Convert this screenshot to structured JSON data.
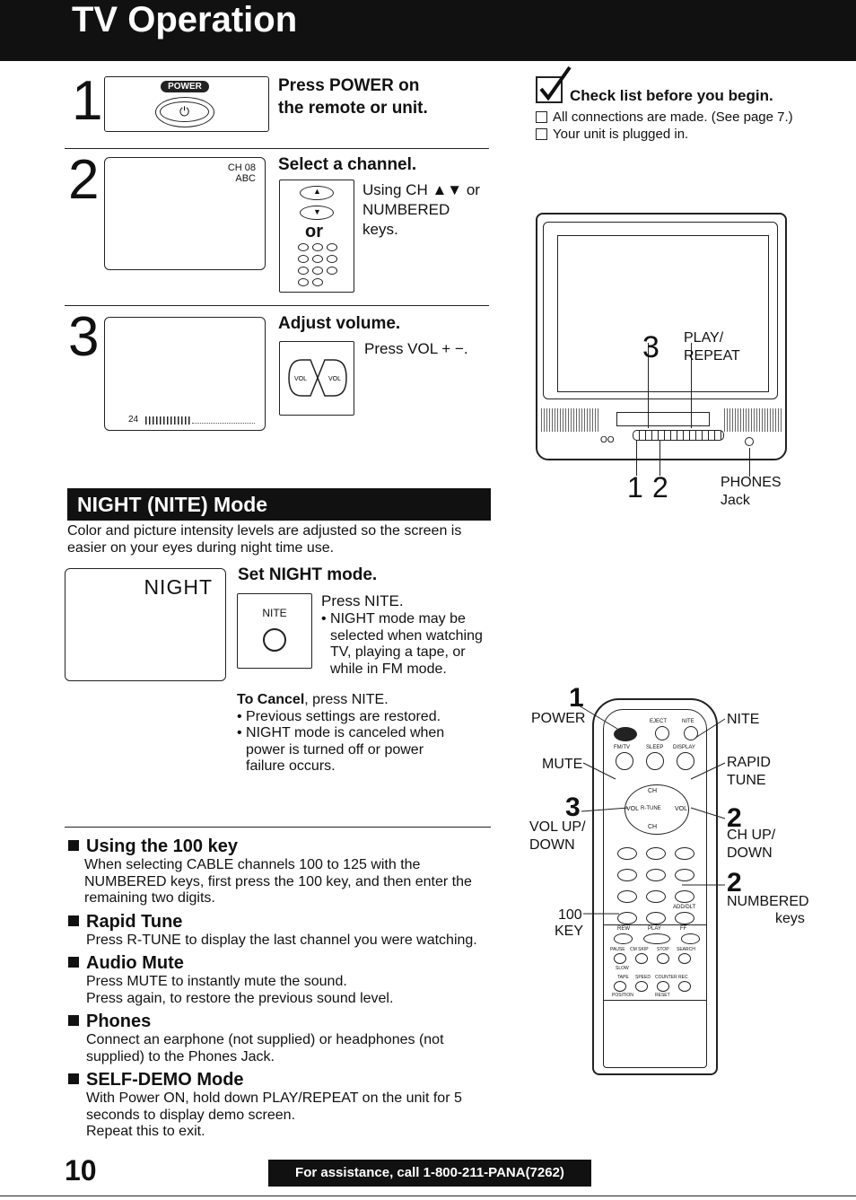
{
  "header": {
    "title": "TV Operation"
  },
  "step1": {
    "num": "1",
    "power_label": "POWER",
    "heading_line1": "Press POWER on",
    "heading_line2": "the remote or unit."
  },
  "step2": {
    "num": "2",
    "screen_ch": "CH 08",
    "screen_sub": "ABC",
    "heading": "Select a channel.",
    "or": "or",
    "text_line1": "Using CH ▲▼ or",
    "text_line2": "NUMBERED",
    "text_line3": "keys."
  },
  "step3": {
    "num": "3",
    "screen_vol": "24",
    "heading": "Adjust volume.",
    "text": "Press VOL + −."
  },
  "checklist": {
    "heading": "Check list before you begin.",
    "items": [
      "All connections are made. (See page 7.)",
      "Your unit is plugged in."
    ]
  },
  "tv_diagram": {
    "num3": "3",
    "play_line1": "PLAY/",
    "play_line2": "REPEAT",
    "num1": "1",
    "num2": "2",
    "phones_line1": "PHONES",
    "phones_line2": "Jack"
  },
  "night": {
    "banner": "NIGHT (NITE) Mode",
    "intro_line1": "Color and picture intensity levels are adjusted so the screen is",
    "intro_line2": "easier on your eyes during night time use.",
    "screen_text": "NIGHT",
    "heading": "Set NIGHT mode.",
    "nite_label": "NITE",
    "press": "Press NITE.",
    "b1_line1": "• NIGHT mode may be",
    "b1_line2": "selected when watching",
    "b1_line3": "TV, playing a tape, or",
    "b1_line4": "while in FM mode.",
    "cancel_bold": "To Cancel",
    "cancel_rest": ", press NITE.",
    "c1": "• Previous settings are restored.",
    "c2_line1": "• NIGHT mode is canceled when",
    "c2_line2": "power is turned off or power",
    "c2_line3": "failure occurs."
  },
  "remote": {
    "n1": "1",
    "power": "POWER",
    "nite": "NITE",
    "mute": "MUTE",
    "rapid1": "RAPID",
    "rapid2": "TUNE",
    "n3": "3",
    "vol1": "VOL UP/",
    "vol2": "DOWN",
    "n2a": "2",
    "ch1": "CH UP/",
    "ch2": "DOWN",
    "n2b": "2",
    "numbered": "NUMBERED",
    "keys": "keys",
    "k100a": "100",
    "k100b": "KEY",
    "eject": "EJECT",
    "nite_small": "NITE",
    "fmtv": "FM/TV",
    "sleep": "SLEEP",
    "display": "DISPLAY",
    "ch": "CH",
    "vol": "VOL",
    "rtune": "R-TUNE",
    "addclr": "ADD/DLT",
    "rew": "REW",
    "play": "PLAY",
    "ff": "FF",
    "pause": "PAUSE",
    "chskip": "CM SKIP",
    "stop": "STOP",
    "search": "SEARCH",
    "slow": "SLOW",
    "tape": "TAPE",
    "speed": "SPEED",
    "counter": "COUNTER",
    "rec": "REC",
    "position": "POSITION",
    "reset": "RESET"
  },
  "sections": [
    {
      "title": "Using the 100 key",
      "lines": [
        "When selecting CABLE channels 100 to 125 with the",
        "NUMBERED keys, first press the 100 key, and then enter the",
        "remaining two digits."
      ]
    },
    {
      "title": "Rapid Tune",
      "lines": [
        "Press R-TUNE to display the last channel you were watching."
      ]
    },
    {
      "title": "Audio Mute",
      "lines": [
        "Press MUTE to instantly mute the sound.",
        "Press again, to restore the previous sound level."
      ]
    },
    {
      "title": "Phones",
      "lines": [
        "Connect an earphone (not supplied) or headphones (not",
        "supplied) to the Phones Jack."
      ]
    },
    {
      "title": "SELF-DEMO Mode",
      "lines": [
        "With Power ON, hold down PLAY/REPEAT on the unit for 5",
        "seconds to display demo screen.",
        "Repeat this to exit."
      ]
    }
  ],
  "footer": {
    "page": "10",
    "assist": "For assistance, call 1-800-211-PANA(7262)"
  }
}
